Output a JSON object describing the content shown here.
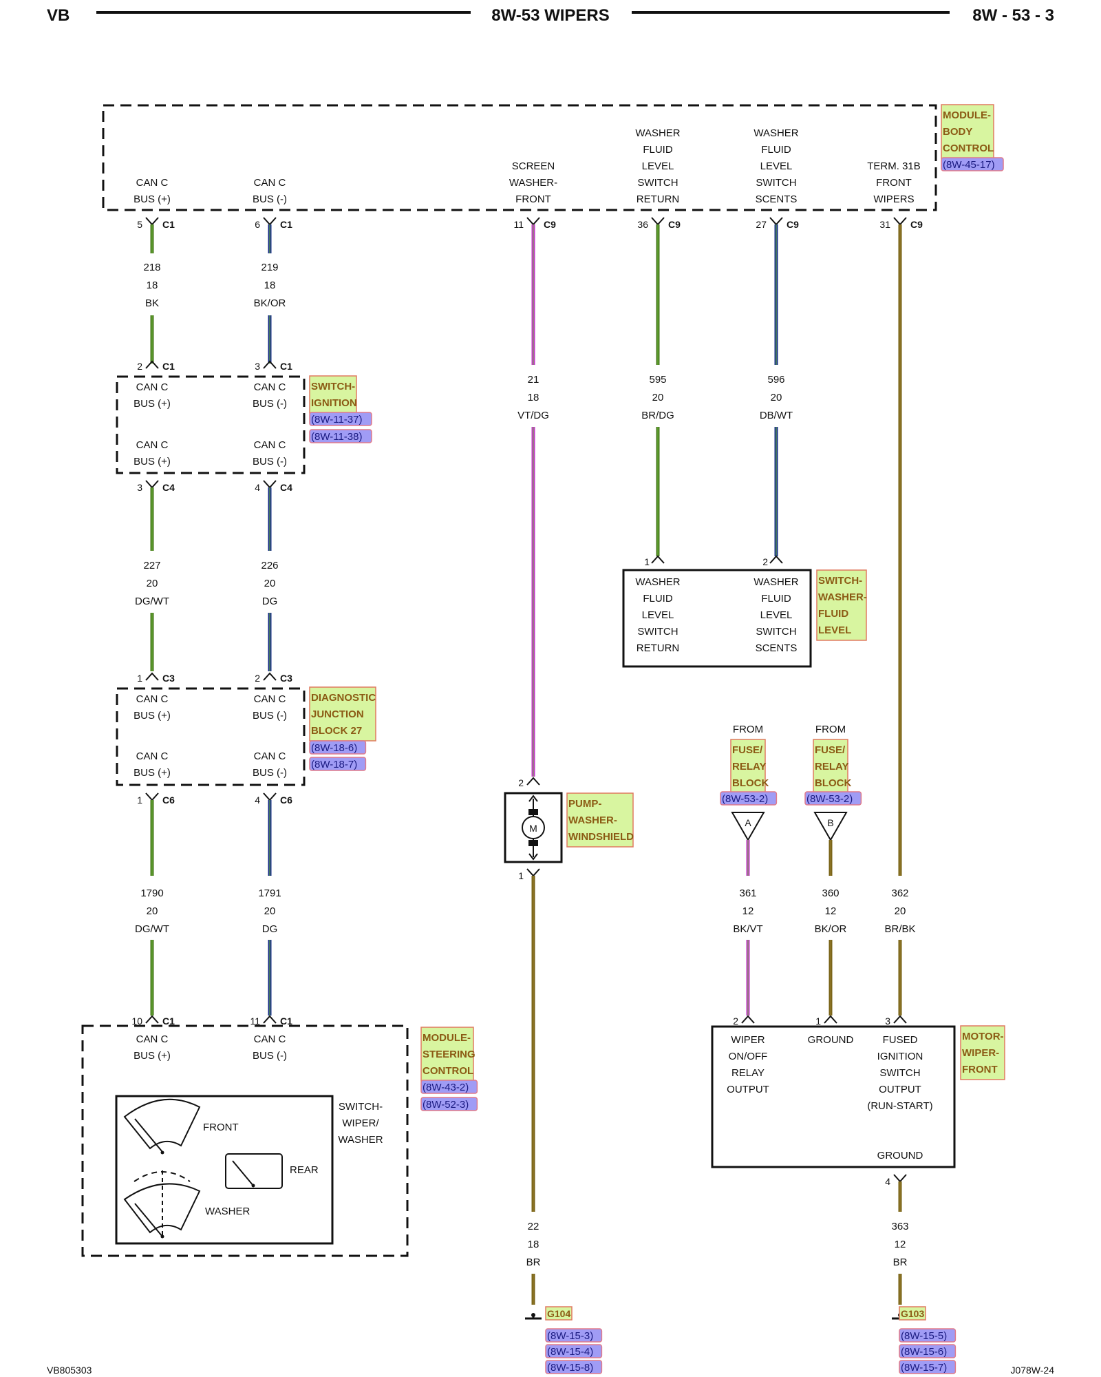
{
  "header": {
    "left": "VB",
    "center": "8W-53 WIPERS",
    "right": "8W - 53 - 3"
  },
  "footer": {
    "left": "VB805303",
    "right": "J078W-24"
  },
  "colors": {
    "green": "#4a7a1f",
    "blue": "#1a2f8a",
    "magenta": "#c23ac8",
    "brown": "#7a6418",
    "label_fill": "#d8f5a0",
    "label_stroke": "#e07a60",
    "label_text": "#8b5a14",
    "ref_fill": "#a09cf5",
    "ref_stroke": "#e07a8a",
    "ref_text": "#1a1a80"
  },
  "components": {
    "body_control": {
      "name": [
        "MODULE-",
        "BODY",
        "CONTROL"
      ],
      "refs": [
        "(8W-45-17)"
      ],
      "pins": {
        "can_plus": [
          "CAN C",
          "BUS (+)"
        ],
        "can_minus": [
          "CAN C",
          "BUS (-)"
        ],
        "screen_washer": [
          "SCREEN",
          "WASHER-",
          "FRONT"
        ],
        "wfl_return": [
          "WASHER",
          "FLUID",
          "LEVEL",
          "SWITCH",
          "RETURN"
        ],
        "wfl_scents": [
          "WASHER",
          "FLUID",
          "LEVEL",
          "SWITCH",
          "SCENTS"
        ],
        "term31b": [
          "TERM. 31B",
          "FRONT",
          "WIPERS"
        ]
      }
    },
    "switch_ignition": {
      "name": [
        "SWITCH-",
        "IGNITION"
      ],
      "refs": [
        "(8W-11-37)",
        "(8W-11-38)"
      ],
      "pins": {
        "top_plus": [
          "CAN C",
          "BUS (+)"
        ],
        "top_minus": [
          "CAN C",
          "BUS (-)"
        ],
        "bot_plus": [
          "CAN C",
          "BUS (+)"
        ],
        "bot_minus": [
          "CAN C",
          "BUS (-)"
        ]
      }
    },
    "djb": {
      "name": [
        "DIAGNOSTIC",
        "JUNCTION",
        "BLOCK 27"
      ],
      "refs": [
        "(8W-18-6)",
        "(8W-18-7)"
      ],
      "pins": {
        "top_plus": [
          "CAN C",
          "BUS (+)"
        ],
        "top_minus": [
          "CAN C",
          "BUS (-)"
        ],
        "bot_plus": [
          "CAN C",
          "BUS (+)"
        ],
        "bot_minus": [
          "CAN C",
          "BUS (-)"
        ]
      }
    },
    "steering_control": {
      "name": [
        "MODULE-",
        "STEERING",
        "CONTROL"
      ],
      "refs": [
        "(8W-43-2)",
        "(8W-52-3)"
      ],
      "pins": {
        "plus": [
          "CAN C",
          "BUS (+)"
        ],
        "minus": [
          "CAN C",
          "BUS (-)"
        ]
      },
      "switch_name": [
        "SWITCH-",
        "WIPER/",
        "WASHER"
      ],
      "front": "FRONT",
      "rear": "REAR",
      "washer": "WASHER"
    },
    "washer_fluid_switch": {
      "name": [
        "SWITCH-",
        "WASHER-",
        "FLUID",
        "LEVEL"
      ],
      "pins": {
        "return": [
          "WASHER",
          "FLUID",
          "LEVEL",
          "SWITCH",
          "RETURN"
        ],
        "scents": [
          "WASHER",
          "FLUID",
          "LEVEL",
          "SWITCH",
          "SCENTS"
        ]
      }
    },
    "pump": {
      "name": [
        "PUMP-",
        "WASHER-",
        "WINDSHIELD"
      ],
      "motor": "M"
    },
    "fuse_a": {
      "from": "FROM",
      "name": [
        "FUSE/",
        "RELAY",
        "BLOCK"
      ],
      "ref": "(8W-53-2)",
      "letter": "A"
    },
    "fuse_b": {
      "from": "FROM",
      "name": [
        "FUSE/",
        "RELAY",
        "BLOCK"
      ],
      "ref": "(8W-53-2)",
      "letter": "B"
    },
    "wiper_motor": {
      "name": [
        "MOTOR-",
        "WIPER-",
        "FRONT"
      ],
      "pins": {
        "relay": [
          "WIPER",
          "ON/OFF",
          "RELAY",
          "OUTPUT"
        ],
        "ground": [
          "GROUND"
        ],
        "fused": [
          "FUSED",
          "IGNITION",
          "SWITCH",
          "OUTPUT",
          "(RUN-START)"
        ],
        "ground2": [
          "GROUND"
        ]
      }
    },
    "g104": {
      "name": "G104",
      "refs": [
        "(8W-15-3)",
        "(8W-15-4)",
        "(8W-15-8)"
      ]
    },
    "g103": {
      "name": "G103",
      "refs": [
        "(8W-15-5)",
        "(8W-15-6)",
        "(8W-15-7)"
      ]
    }
  },
  "connectors": {
    "c1_5": {
      "pin": "5",
      "conn": "C1"
    },
    "c1_6": {
      "pin": "6",
      "conn": "C1"
    },
    "c9_11": {
      "pin": "11",
      "conn": "C9"
    },
    "c9_36": {
      "pin": "36",
      "conn": "C9"
    },
    "c9_27": {
      "pin": "27",
      "conn": "C9"
    },
    "c9_31": {
      "pin": "31",
      "conn": "C9"
    },
    "ign_2": {
      "pin": "2",
      "conn": "C1"
    },
    "ign_3": {
      "pin": "3",
      "conn": "C1"
    },
    "ign_c4_3": {
      "pin": "3",
      "conn": "C4"
    },
    "ign_c4_4": {
      "pin": "4",
      "conn": "C4"
    },
    "djb_1": {
      "pin": "1",
      "conn": "C3"
    },
    "djb_2": {
      "pin": "2",
      "conn": "C3"
    },
    "djb_c6_1": {
      "pin": "1",
      "conn": "C6"
    },
    "djb_c6_4": {
      "pin": "4",
      "conn": "C6"
    },
    "scm_10": {
      "pin": "10",
      "conn": "C1"
    },
    "scm_11": {
      "pin": "11",
      "conn": "C1"
    },
    "wfl_1": {
      "pin": "1",
      "conn": ""
    },
    "wfl_2": {
      "pin": "2",
      "conn": ""
    },
    "pump_2": {
      "pin": "2",
      "conn": ""
    },
    "pump_1": {
      "pin": "1",
      "conn": ""
    },
    "mot_2": {
      "pin": "2",
      "conn": ""
    },
    "mot_1": {
      "pin": "1",
      "conn": ""
    },
    "mot_3": {
      "pin": "3",
      "conn": ""
    },
    "mot_4": {
      "pin": "4",
      "conn": ""
    }
  },
  "wires": {
    "w218": [
      "218",
      "18",
      "BK"
    ],
    "w219": [
      "219",
      "18",
      "BK/OR"
    ],
    "w21": [
      "21",
      "18",
      "VT/DG"
    ],
    "w595": [
      "595",
      "20",
      "BR/DG"
    ],
    "w596": [
      "596",
      "20",
      "DB/WT"
    ],
    "w227": [
      "227",
      "20",
      "DG/WT"
    ],
    "w226": [
      "226",
      "20",
      "DG"
    ],
    "w1790": [
      "1790",
      "20",
      "DG/WT"
    ],
    "w1791": [
      "1791",
      "20",
      "DG"
    ],
    "w361": [
      "361",
      "12",
      "BK/VT"
    ],
    "w360": [
      "360",
      "12",
      "BK/OR"
    ],
    "w362": [
      "362",
      "20",
      "BR/BK"
    ],
    "w22": [
      "22",
      "18",
      "BR"
    ],
    "w363": [
      "363",
      "12",
      "BR"
    ]
  }
}
